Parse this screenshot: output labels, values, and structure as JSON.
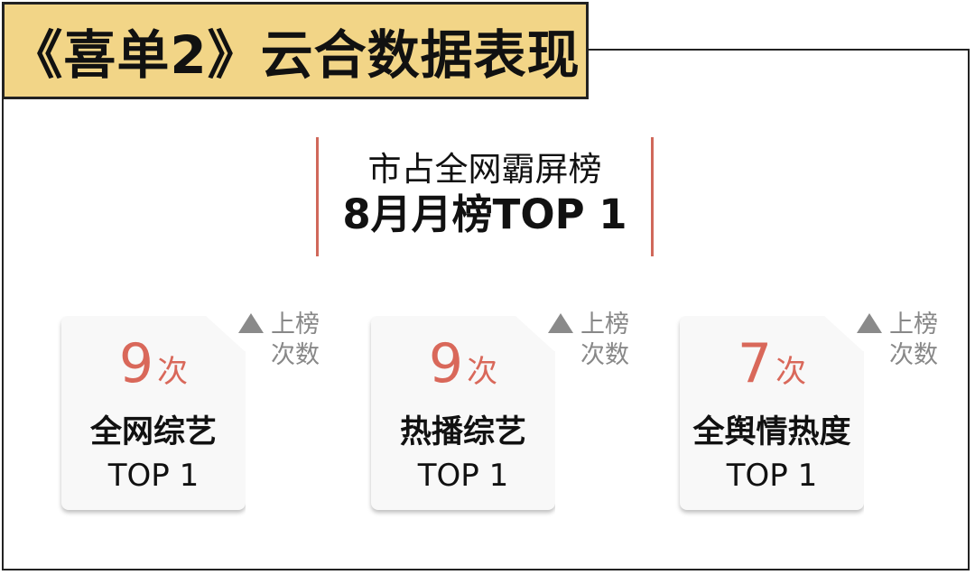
{
  "title": "《喜单2》云合数据表现",
  "headline": {
    "line1": "市占全网霸屏榜",
    "line2": "8月月榜TOP 1"
  },
  "note": {
    "line1": "上榜",
    "line2": "次数"
  },
  "cards": [
    {
      "count": "9",
      "unit": "次",
      "name": "全网综艺",
      "rank": "TOP 1"
    },
    {
      "count": "9",
      "unit": "次",
      "name": "热播综艺",
      "rank": "TOP 1"
    },
    {
      "count": "7",
      "unit": "次",
      "name": "全舆情热度",
      "rank": "TOP 1"
    }
  ],
  "colors": {
    "accent": "#d9685a",
    "title_bg": "#f2d587"
  }
}
